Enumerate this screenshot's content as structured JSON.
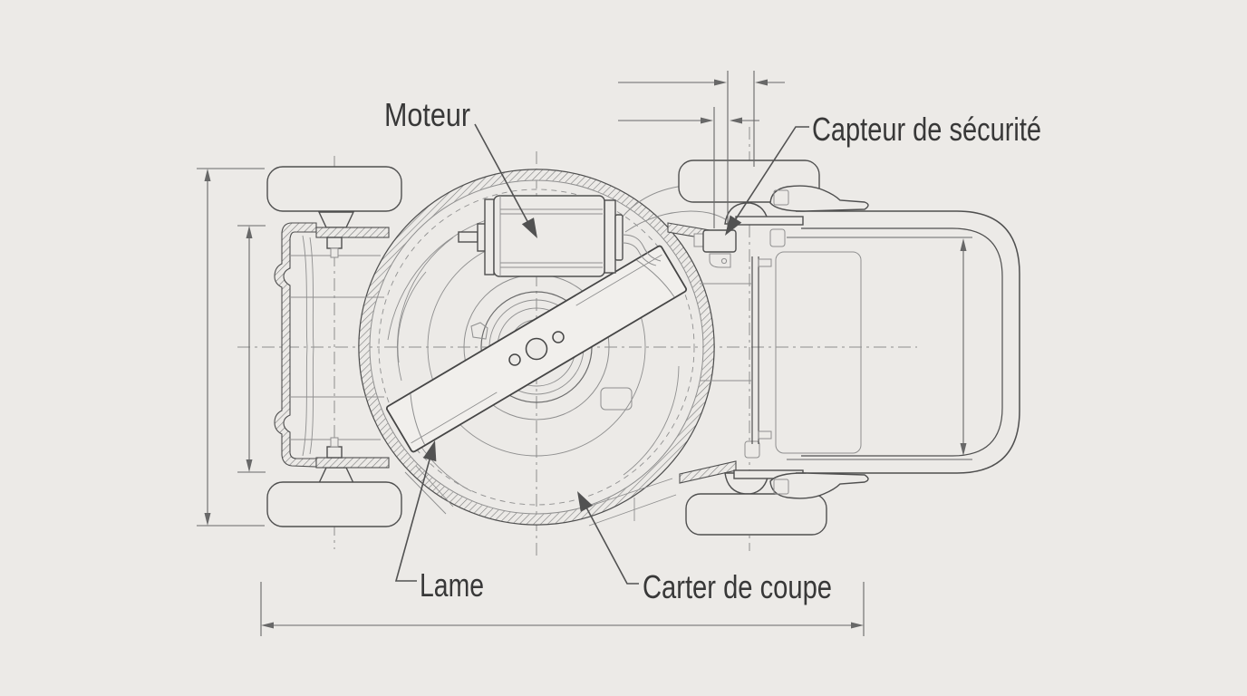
{
  "diagram": {
    "labels": {
      "motor": "Moteur",
      "safety_sensor": "Capteur de sécurité",
      "blade": "Lame",
      "cutting_deck": "Carter de coupe"
    },
    "colors": {
      "background": "#eceae7",
      "line": "#4f4f4f",
      "line-light": "#8f8f8f",
      "text": "#383838",
      "dimension": "#686868",
      "blade-fill": "#f1efec"
    }
  }
}
